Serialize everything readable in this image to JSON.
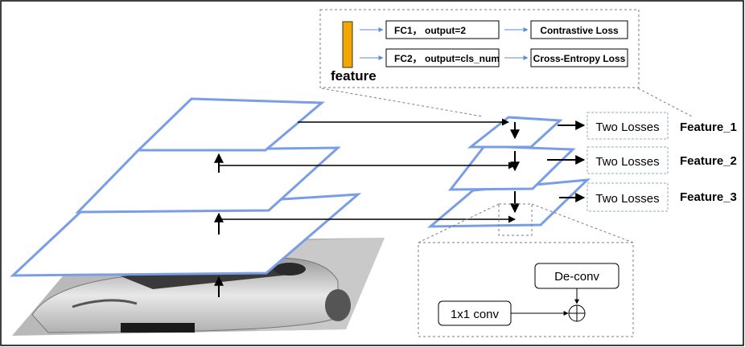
{
  "top_panel": {
    "feature_label": "feature",
    "fc1_label": "FC1， output=2",
    "fc2_label": "FC2， output=cls_num",
    "contrastive_loss_label": "Contrastive Loss",
    "cross_entropy_loss_label": "Cross-Entropy Loss",
    "feature_bar_color": "#f0a800"
  },
  "outputs": [
    {
      "loss_label": "Two Losses",
      "feature_label": "Feature_1"
    },
    {
      "loss_label": "Two Losses",
      "feature_label": "Feature_2"
    },
    {
      "loss_label": "Two Losses",
      "feature_label": "Feature_3"
    }
  ],
  "bottom_panel": {
    "deconv_label": "De-conv",
    "conv_label": "1x1 conv",
    "plus_symbol": "⊕"
  },
  "colors": {
    "plane_stroke": "#7a9ee6",
    "arrow": "#000000",
    "fc_arrow": "#5b8fd6",
    "dashed": "#7d7d7d",
    "loss_box_border": "#8fa8d8"
  }
}
